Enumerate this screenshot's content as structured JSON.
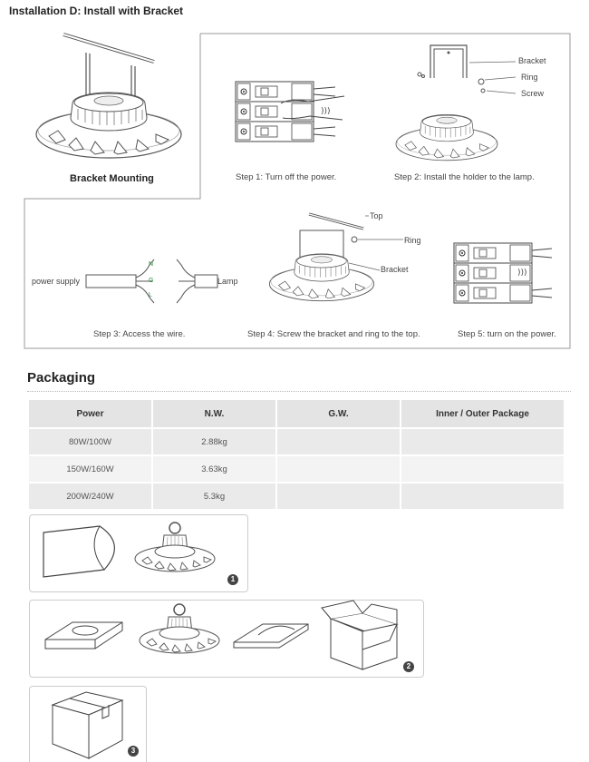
{
  "install": {
    "title": "Installation D: Install with Bracket",
    "bracket_mounting": "Bracket Mounting",
    "step1": "Step 1: Turn off the power.",
    "step2": "Step 2: Install the holder to the lamp.",
    "step3": "Step 3: Access the wire.",
    "step4": "Step 4: Screw the bracket and ring to the top.",
    "step5": "Step 5: turn on the power.",
    "labels": {
      "bracket": "Bracket",
      "ring": "Ring",
      "screw": "Screw",
      "top": "Top",
      "power_supply": "power supply",
      "lamp": "Lamp",
      "n": "N",
      "g": "G",
      "l": "L"
    }
  },
  "packaging": {
    "title": "Packaging",
    "headers": [
      "Power",
      "N.W.",
      "G.W.",
      "Inner / Outer Package"
    ],
    "rows": [
      [
        "80W/100W",
        "2.88kg",
        "",
        ""
      ],
      [
        "150W/160W",
        "3.63kg",
        "",
        ""
      ],
      [
        "200W/240W",
        "5.3kg",
        "",
        ""
      ]
    ],
    "steps": [
      "1",
      "2",
      "3"
    ]
  }
}
